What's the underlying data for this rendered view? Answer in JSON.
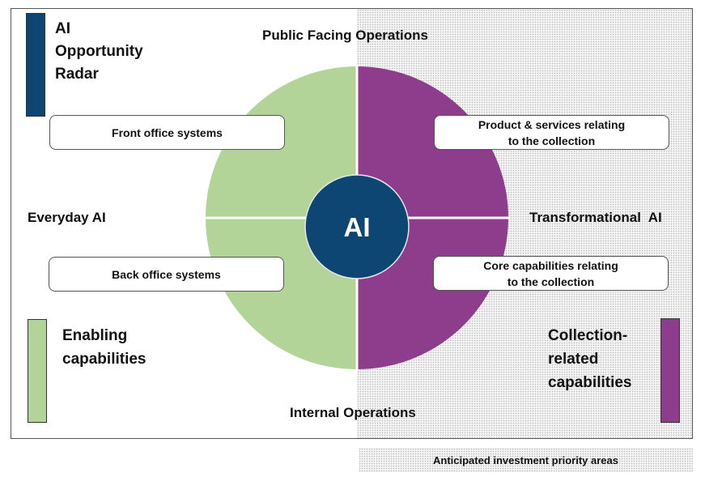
{
  "diagram": {
    "title": "AI\nOpportunity\nRadar",
    "center_label": "AI",
    "top_label": "Public Facing Operations",
    "bottom_label": "Internal Operations",
    "left_label": "Everyday AI",
    "right_label": "Transformational  AI",
    "boxes": {
      "front_office": "Front office systems",
      "products_services": "Product & services relating\nto the collection",
      "back_office": "Back office systems",
      "core_capabilities": "Core capabilities relating\nto the collection"
    },
    "legend": {
      "enabling": "Enabling\ncapabilities",
      "collection": "Collection-\nrelated\ncapabilities",
      "priority": "Anticipated investment priority areas"
    }
  },
  "colors": {
    "navy": "#0d4573",
    "green": "#b3d498",
    "purple": "#8d3d8c",
    "dots": "#b9b9b9"
  }
}
